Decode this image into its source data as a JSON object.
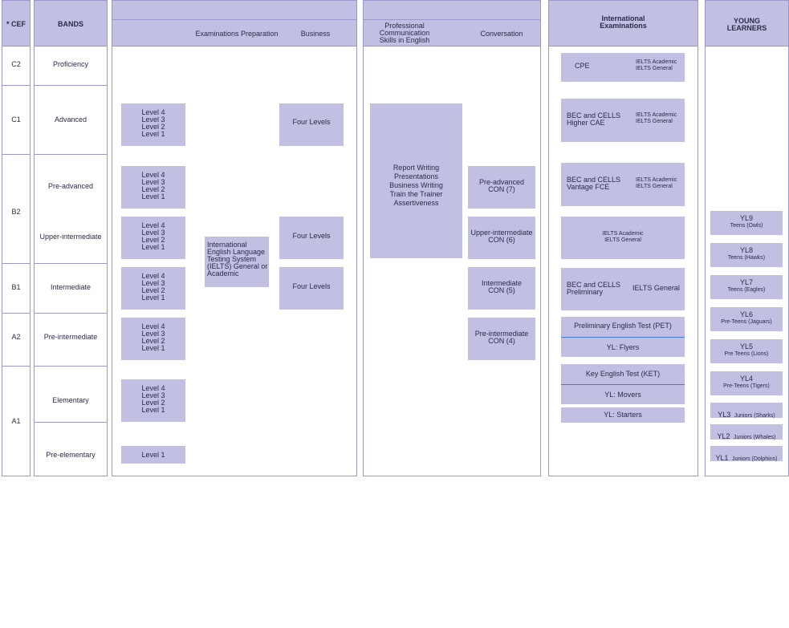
{
  "headers": {
    "cef": "* CEF",
    "bands": "BANDS",
    "exam_prep": "Examinations Preparation",
    "business": "Business",
    "professional": [
      "Professional",
      "Communication",
      "Skills in English"
    ],
    "conversation": "Conversation",
    "international": [
      "International",
      "Examinations"
    ],
    "young": [
      "YOUNG",
      "LEARNERS"
    ]
  },
  "cef": [
    "C2",
    "C1",
    "B2",
    "B1",
    "A2",
    "A1"
  ],
  "bands": [
    "Proficiency",
    "Advanced",
    "Pre-advanced",
    "Upper-intermediate",
    "Intermediate",
    "Pre-intermediate",
    "Elementary",
    "Pre-elementary"
  ],
  "levels": [
    "Level 4",
    "Level 3",
    "Level 2",
    "Level 1"
  ],
  "level_single": "Level 1",
  "ielts_prep": [
    "International",
    "English Language",
    "Testing System",
    "(IELTS) General or",
    "Academic"
  ],
  "business": "Four Levels",
  "professional_list": [
    "Report Writing",
    "Presentations",
    "Business Writing",
    "Train the Trainer",
    "Assertiveness"
  ],
  "conversation": [
    [
      "Pre-advanced",
      "CON (7)"
    ],
    [
      "Upper-intermediate",
      "CON (6)"
    ],
    [
      "Intermediate",
      "CON (5)"
    ],
    [
      "Pre-intermediate",
      "CON (4)"
    ]
  ],
  "exams": {
    "cpe": "CPE",
    "bec_higher": [
      "BEC and CELLS",
      "Higher CAE"
    ],
    "bec_vantage": [
      "BEC and CELLS",
      "Vantage FCE"
    ],
    "bec_prelim": [
      "BEC and CELLS",
      "Preliminary"
    ],
    "ielts_academic": "IELTS Academic",
    "ielts_general": "IELTS General",
    "pet": "Preliminary English Test (PET)",
    "flyers": "YL: Flyers",
    "ket": "Key English Test (KET)",
    "movers": "YL: Movers",
    "starters": "YL: Starters"
  },
  "young": [
    {
      "code": "YL9",
      "label": "Teens (Owls)"
    },
    {
      "code": "YL8",
      "label": "Teens (Hawks)"
    },
    {
      "code": "YL7",
      "label": "Teens (Eagles)"
    },
    {
      "code": "YL6",
      "label": "Pre-Teens (Jaguars)"
    },
    {
      "code": "YL5",
      "label": "Pre Teens (Lions)"
    },
    {
      "code": "YL4",
      "label": "Pre-Teens (Tigers)"
    },
    {
      "code": "YL3",
      "label": "Juniors (Sharks)"
    },
    {
      "code": "YL2",
      "label": "Juniors (Whales)"
    },
    {
      "code": "YL1",
      "label": "Juniors (Dolphins)"
    }
  ],
  "colors": {
    "box": "#c2c0e2",
    "line": "#9a98c8",
    "separator": "#4a7ad0"
  }
}
